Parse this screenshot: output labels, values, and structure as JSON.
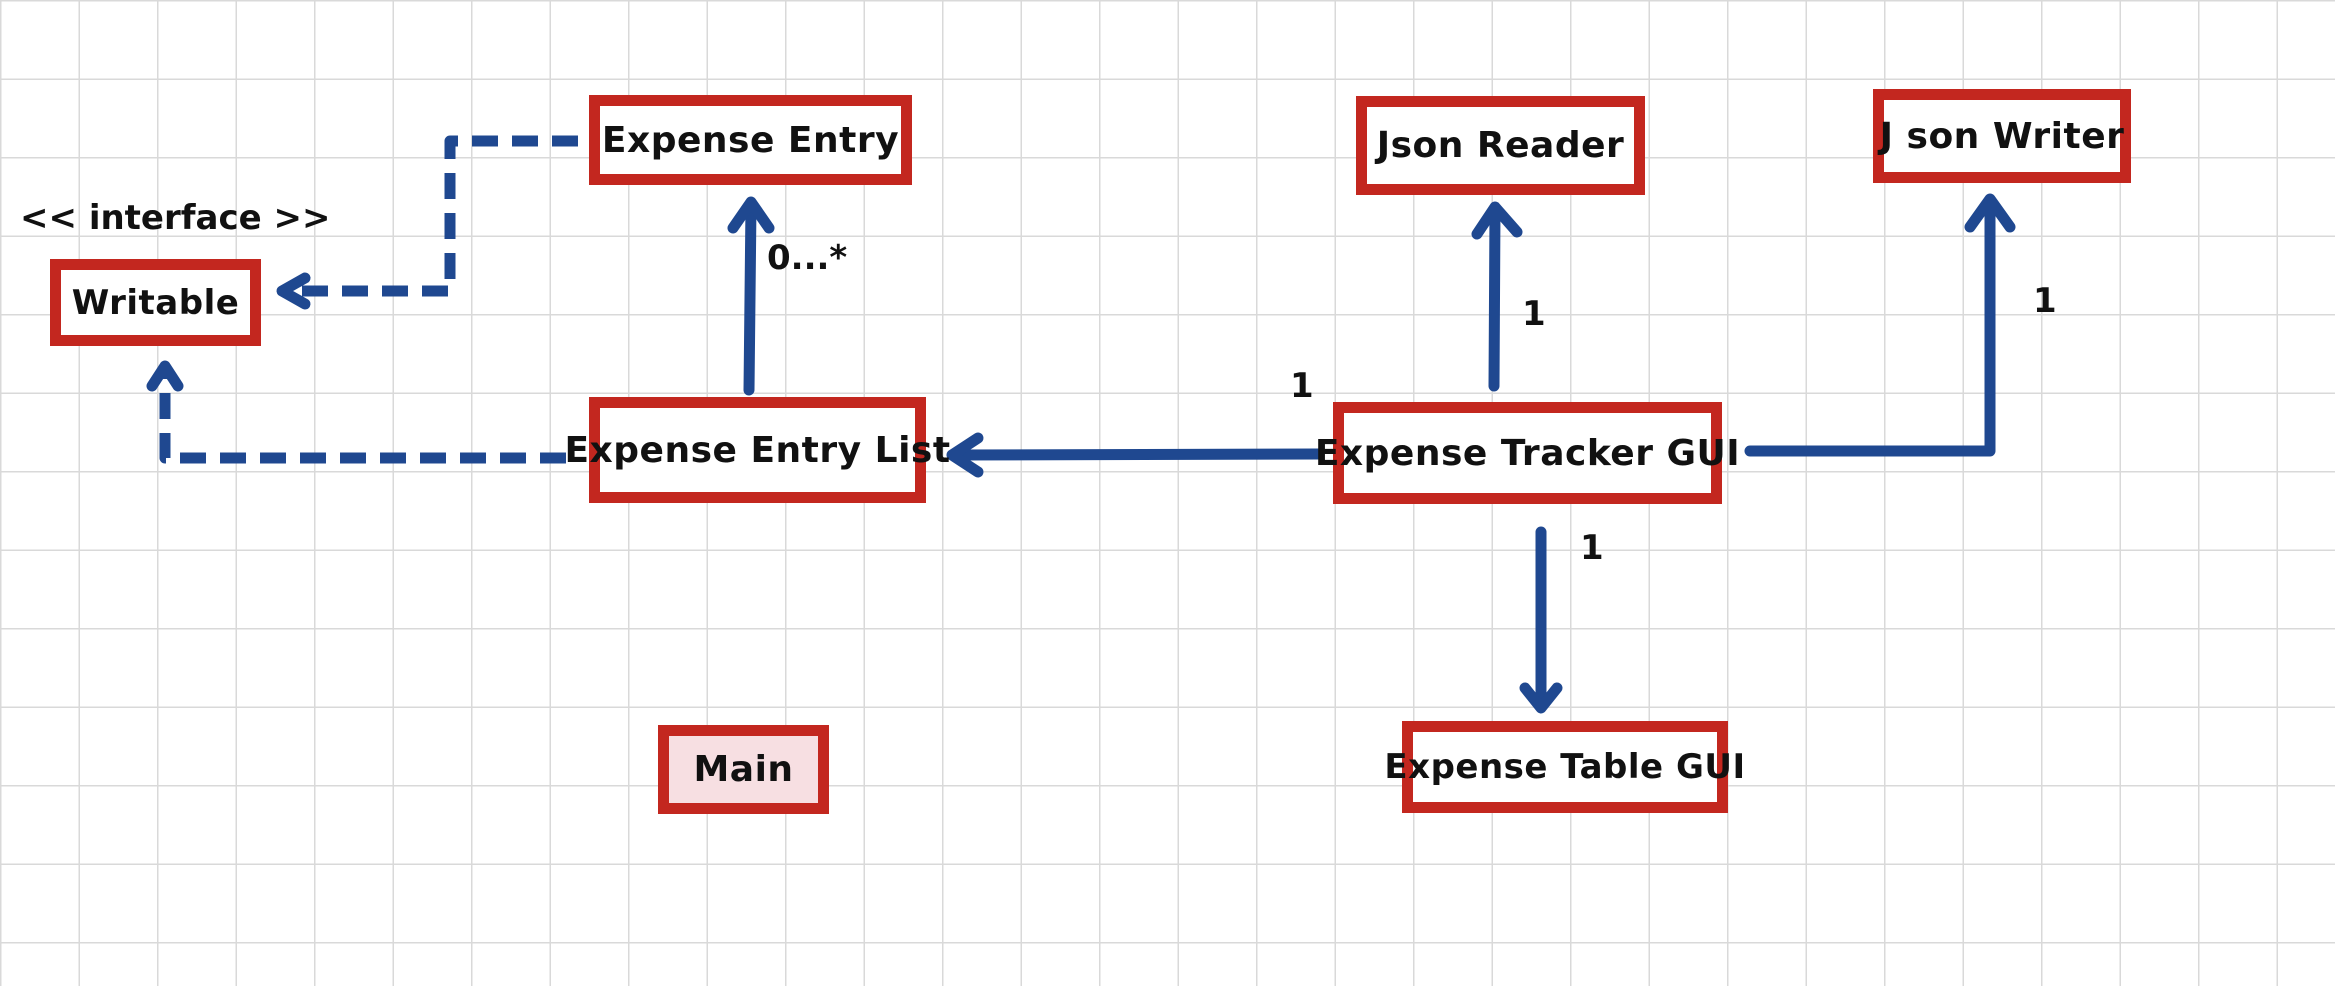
{
  "colors": {
    "box_border": "#c3271f",
    "arrow": "#1f4890",
    "main_fill": "#f7dfe2",
    "grid": "#d9d9d9"
  },
  "diagram": {
    "stereotype": "<< interface >>",
    "boxes": {
      "writable": "Writable",
      "expense_entry": "Expense Entry",
      "expense_entry_list": "Expense Entry List",
      "json_reader": "Json Reader",
      "json_writer": "J son Writer",
      "expense_tracker_gui": "Expense Tracker GUI",
      "expense_table_gui": "Expense Table GUI",
      "main": "Main"
    },
    "multiplicities": {
      "entry_list_to_entry": "0...*",
      "gui_to_reader": "1",
      "gui_to_writer": "1",
      "gui_to_entry_list": "1",
      "gui_to_table": "1"
    },
    "relationships": [
      {
        "from": "Expense Entry",
        "to": "Writable",
        "kind": "implements"
      },
      {
        "from": "Expense Entry List",
        "to": "Writable",
        "kind": "implements"
      },
      {
        "from": "Expense Entry List",
        "to": "Expense Entry",
        "kind": "association"
      },
      {
        "from": "Expense Tracker GUI",
        "to": "Expense Entry List",
        "kind": "association"
      },
      {
        "from": "Expense Tracker GUI",
        "to": "Json Reader",
        "kind": "association"
      },
      {
        "from": "Expense Tracker GUI",
        "to": "J son Writer",
        "kind": "association"
      },
      {
        "from": "Expense Tracker GUI",
        "to": "Expense Table GUI",
        "kind": "association"
      }
    ]
  }
}
